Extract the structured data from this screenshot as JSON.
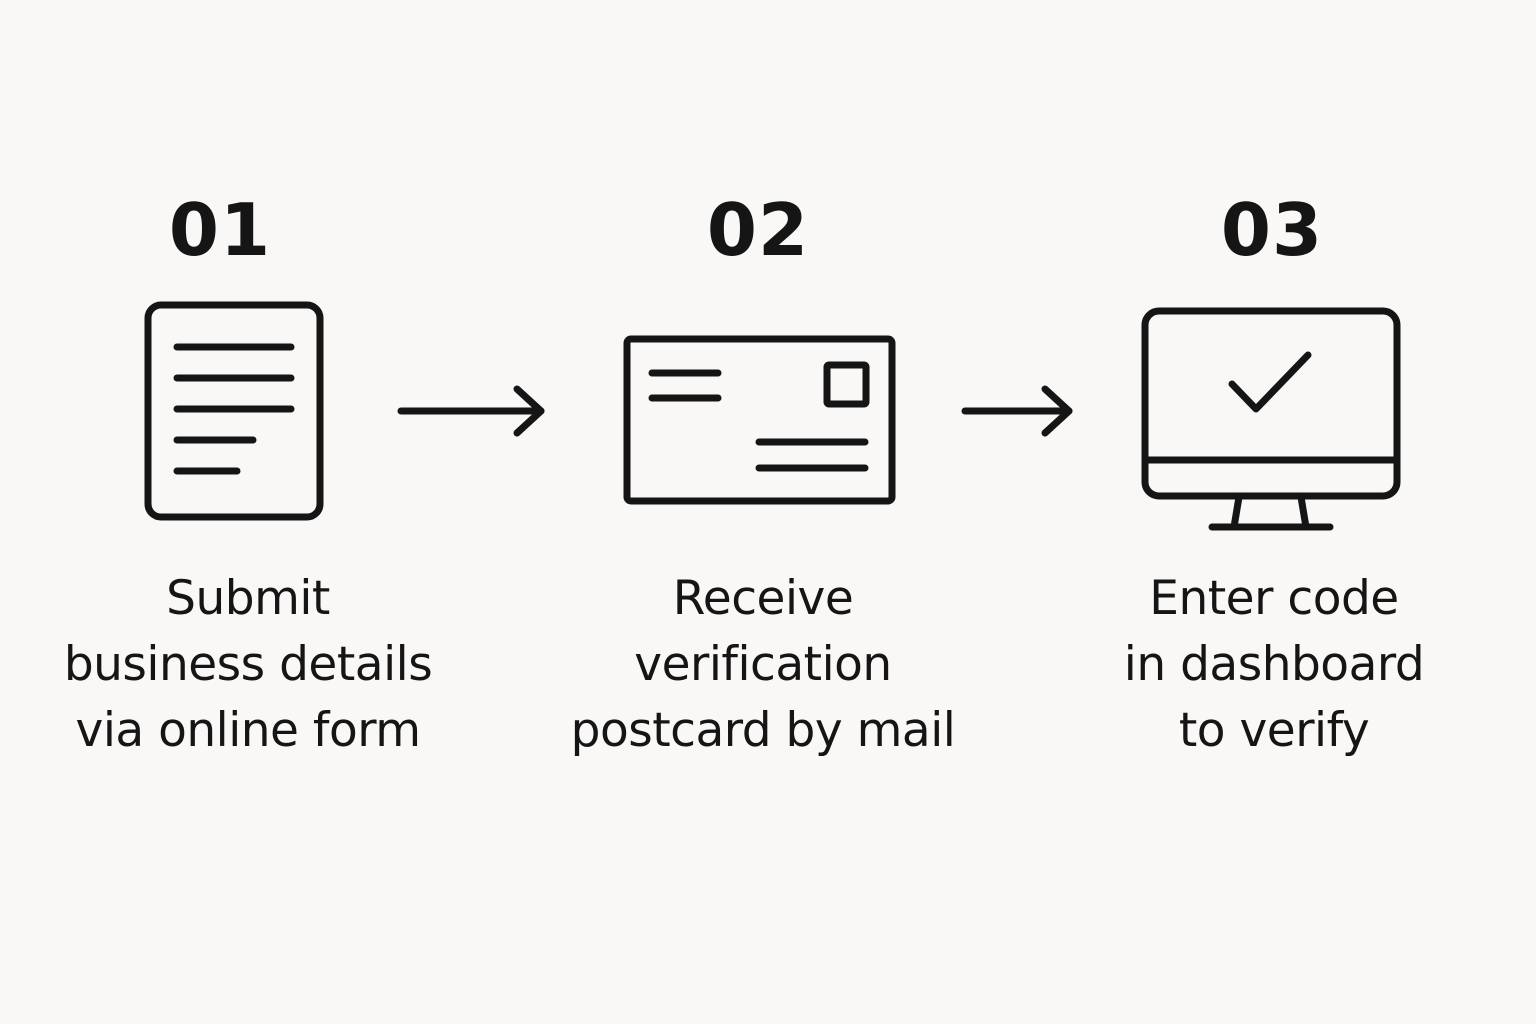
{
  "diagram": {
    "steps": [
      {
        "number": "01",
        "icon": "document-icon",
        "label_lines": [
          "Submit",
          "business details",
          "via online form"
        ]
      },
      {
        "number": "02",
        "icon": "postcard-icon",
        "label_lines": [
          "Receive",
          "verification",
          "postcard by mail"
        ]
      },
      {
        "number": "03",
        "icon": "monitor-checkmark-icon",
        "label_lines": [
          "Enter code",
          "in dashboard",
          "to verify"
        ]
      }
    ],
    "connectors": [
      {
        "from": "01",
        "to": "02",
        "icon": "arrow-right-icon"
      },
      {
        "from": "02",
        "to": "03",
        "icon": "arrow-right-icon"
      }
    ],
    "colors": {
      "background": "#f9f8f6",
      "ink": "#151515"
    }
  }
}
